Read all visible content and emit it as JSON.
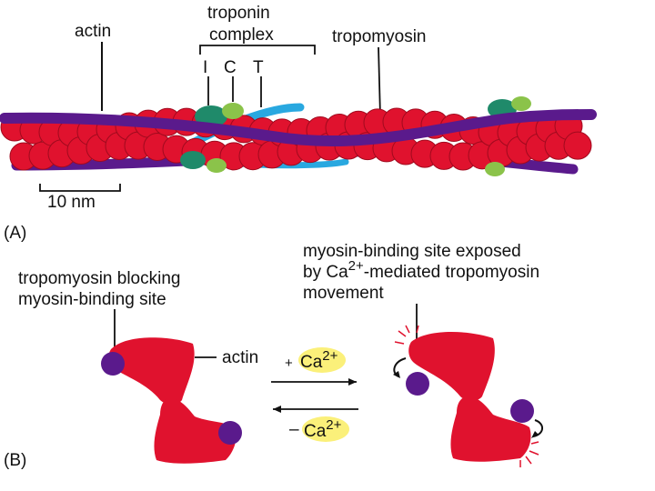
{
  "panel_a": {
    "label": "(A)",
    "actin_label": "actin",
    "troponin_label_line1": "troponin",
    "troponin_label_line2": "complex",
    "troponin_subunits": [
      "I",
      "C",
      "T"
    ],
    "tropomyosin_label": "tropomyosin",
    "scale_label": "10 nm"
  },
  "panel_b": {
    "label": "(B)",
    "blocking_line1": "tropomyosin blocking",
    "blocking_line2": "myosin-binding site",
    "exposed_line1": "myosin-binding site exposed",
    "exposed_line2_prefix": "by Ca",
    "exposed_line2_sup": "2+",
    "exposed_line2_suffix": "-mediated tropomyosin",
    "exposed_line3": "movement",
    "actin_label": "actin",
    "forward_sign": "+",
    "forward_ion": "Ca",
    "forward_sup": "2+",
    "reverse_sign": "–",
    "reverse_ion": "Ca",
    "reverse_sup": "2+"
  },
  "colors": {
    "actin": "#e0122e",
    "actin_dark": "#a00a1e",
    "tropomyosin": "#5a1a8c",
    "troponin_I": "#1f8a6a",
    "troponin_C": "#8bc34a",
    "troponin_T": "#29a8e0",
    "ca_highlight": "#fbf07a"
  }
}
